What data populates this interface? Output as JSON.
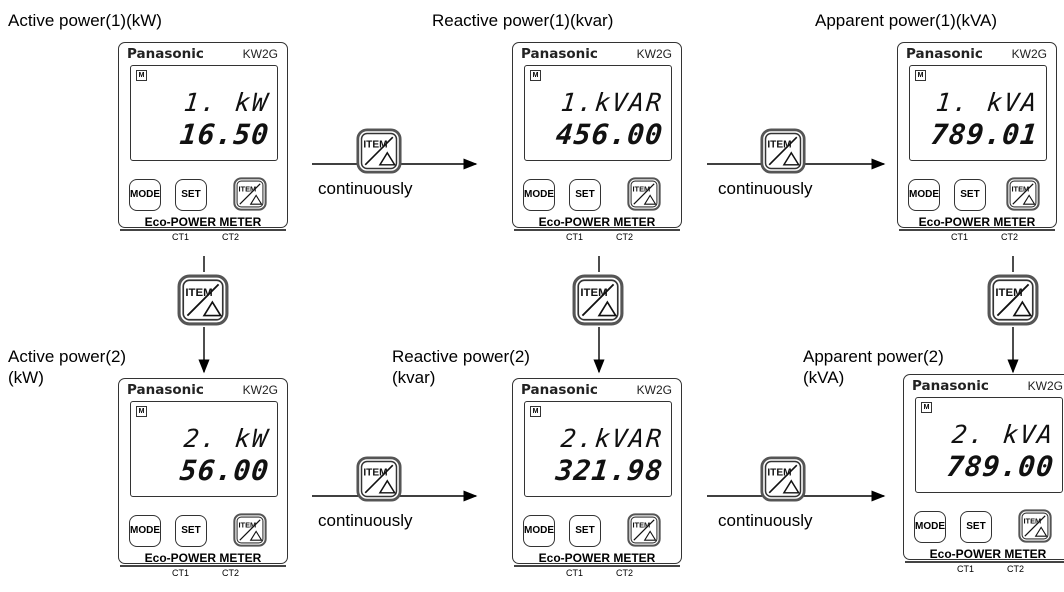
{
  "captions": {
    "r1c1": "Active power(1)(kW)",
    "r1c2": "Reactive power(1)(kvar)",
    "r1c3": "Apparent power(1)(kVA)",
    "r2c1_line1": "Active power(2)",
    "r2c1_line2": "(kW)",
    "r2c2_line1": "Reactive power(2)",
    "r2c2_line2": "(kvar)",
    "r2c3_line1": "Apparent power(2)",
    "r2c3_line2": "(kVA)"
  },
  "meter": {
    "brand": "Panasonic",
    "model": "KW2G",
    "m_indicator": "M",
    "mode_label": "MODE",
    "set_label": "SET",
    "item_label": "ITEM",
    "footer": "Eco-POWER METER",
    "ct1": "CT1",
    "ct2": "CT2"
  },
  "displays": {
    "r1c1": {
      "line1": "1. kW",
      "line2": "16.50"
    },
    "r1c2": {
      "line1": "1.kVAR",
      "line2": "456.00"
    },
    "r1c3": {
      "line1": "1. kVA",
      "line2": "789.01"
    },
    "r2c1": {
      "line1": "2. kW",
      "line2": "56.00"
    },
    "r2c2": {
      "line1": "2.kVAR",
      "line2": "321.98"
    },
    "r2c3": {
      "line1": "2. kVA",
      "line2": "789.00"
    }
  },
  "flow": {
    "item_key_label": "ITEM",
    "continuously": "continuously"
  }
}
